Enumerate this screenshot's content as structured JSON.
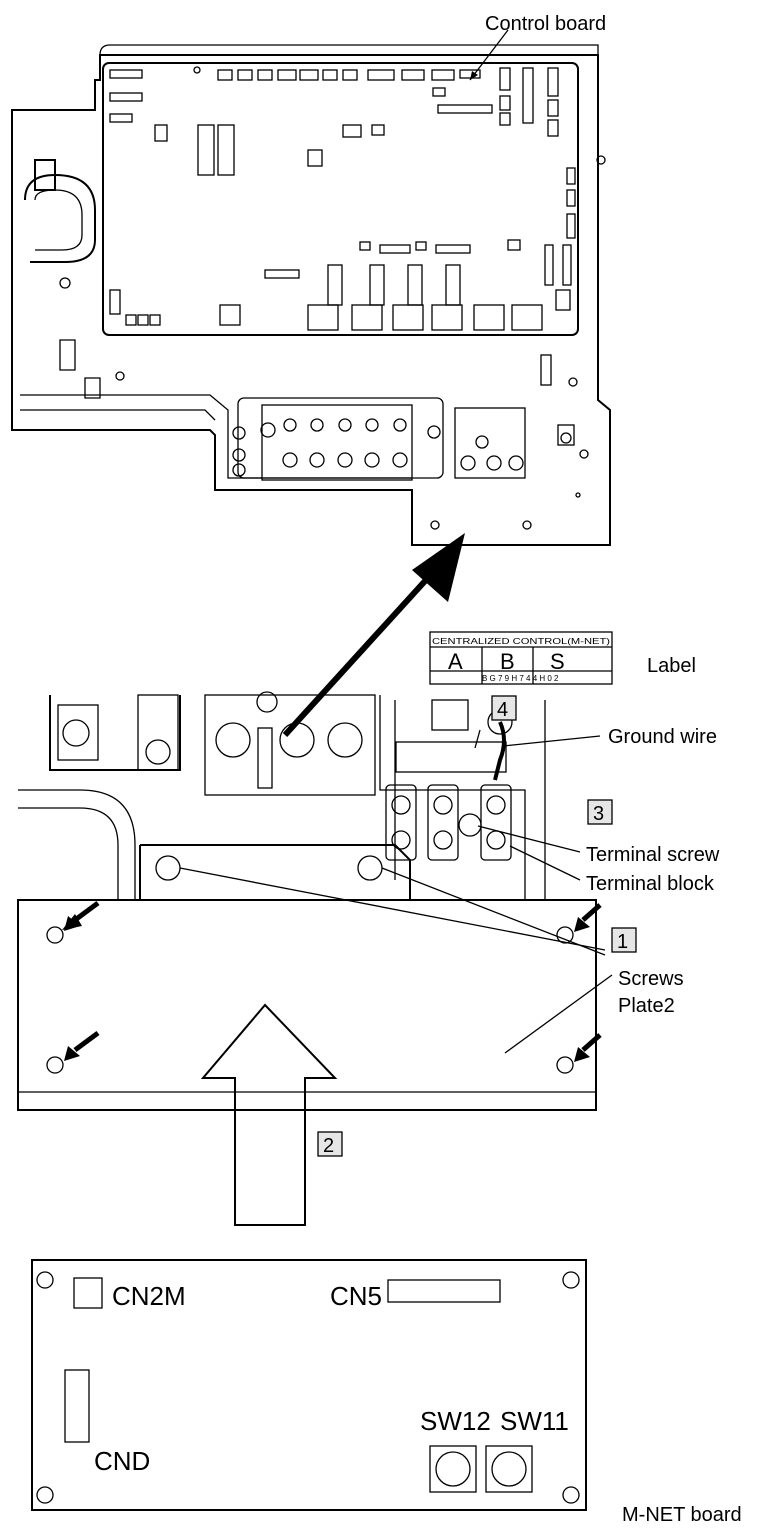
{
  "labels": {
    "control_board": "Control board",
    "label": "Label",
    "ground_wire": "Ground wire",
    "terminal_screw": "Terminal screw",
    "terminal_block": "Terminal block",
    "screws": "Screws",
    "plate2": "Plate2",
    "m_net_board": "M-NET board"
  },
  "label_plate": {
    "header": "CENTRALIZED CONTROL(M-NET)",
    "col_a": "A",
    "col_b": "B",
    "col_s": "S",
    "code": "B G 7 9 H 7 4 4 H 0 2"
  },
  "steps": {
    "step1": "1",
    "step2": "2",
    "step3": "3",
    "step4": "4"
  },
  "board": {
    "cn2m": "CN2M",
    "cn5": "CN5",
    "cnd": "CND",
    "sw12": "SW12",
    "sw11": "SW11"
  }
}
